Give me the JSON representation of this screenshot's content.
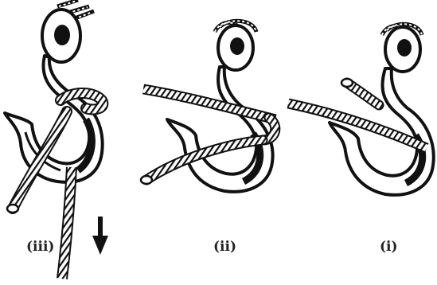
{
  "figure": {
    "steps": [
      {
        "id": "iii",
        "label": "(iii)"
      },
      {
        "id": "ii",
        "label": "(ii)"
      },
      {
        "id": "i",
        "label": "(i)"
      }
    ],
    "colors": {
      "ink": "#111111",
      "paper": "#ffffff"
    },
    "icons": {
      "pull_direction": "arrow-down-icon"
    }
  }
}
